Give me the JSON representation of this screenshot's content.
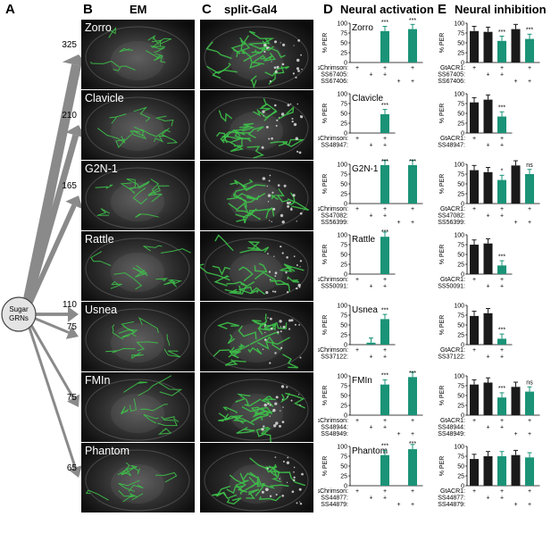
{
  "panels": {
    "a": "A",
    "b": "B",
    "c": "C",
    "d": "D",
    "e": "E",
    "b_title": "EM",
    "c_title": "split-Gal4",
    "d_title": "Neural activation",
    "e_title": "Neural inhibition"
  },
  "source": {
    "line1": "Sugar",
    "line2": "GRNs"
  },
  "neurons": [
    {
      "name": "Zorro",
      "synapses": "325"
    },
    {
      "name": "Clavicle",
      "synapses": "210"
    },
    {
      "name": "G2N-1",
      "synapses": "165"
    },
    {
      "name": "Rattle",
      "synapses": "110"
    },
    {
      "name": "Usnea",
      "synapses": "75"
    },
    {
      "name": "FMIn",
      "synapses": "75"
    },
    {
      "name": "Phantom",
      "synapses": "65"
    }
  ],
  "colors": {
    "teal": "#1a9377",
    "black": "#1a1a1a",
    "em_green": "#3ec24a",
    "arrow": "#8a8a8a"
  },
  "chart_data": [
    {
      "type": "bar",
      "panel": "activation",
      "title": "Zorro",
      "ylabel": "% PER",
      "ylim": [
        0,
        100
      ],
      "ticks": [
        0,
        25,
        50,
        75,
        100
      ],
      "rows": [
        {
          "label": "CsChrimson:",
          "marks": [
            "+",
            "",
            "+",
            "",
            "+"
          ]
        },
        {
          "label": "SS67405:",
          "marks": [
            "",
            "+",
            "+",
            "",
            ""
          ]
        },
        {
          "label": "SS67406:",
          "marks": [
            "",
            "",
            "",
            "+",
            "+"
          ]
        }
      ],
      "values": [
        0,
        0,
        80,
        0,
        85
      ],
      "colors": [
        "teal",
        "teal",
        "teal",
        "teal",
        "teal"
      ],
      "sig": [
        "",
        "",
        "***",
        "",
        "***"
      ]
    },
    {
      "type": "bar",
      "panel": "inhibition",
      "title": "",
      "ylabel": "% PER",
      "ylim": [
        0,
        100
      ],
      "ticks": [
        0,
        25,
        50,
        75,
        100
      ],
      "rows": [
        {
          "label": "GtACR1:",
          "marks": [
            "+",
            "",
            "+",
            "",
            "+"
          ]
        },
        {
          "label": "SS67405:",
          "marks": [
            "",
            "+",
            "+",
            "",
            ""
          ]
        },
        {
          "label": "SS67406:",
          "marks": [
            "",
            "",
            "",
            "+",
            "+"
          ]
        }
      ],
      "values": [
        80,
        78,
        55,
        85,
        60
      ],
      "colors": [
        "black",
        "black",
        "teal",
        "black",
        "teal"
      ],
      "sig": [
        "",
        "",
        "***",
        "",
        "***"
      ]
    },
    {
      "type": "bar",
      "panel": "activation",
      "title": "Clavicle",
      "ylabel": "% PER",
      "ylim": [
        0,
        100
      ],
      "ticks": [
        0,
        25,
        50,
        75,
        100
      ],
      "rows": [
        {
          "label": "CsChrimson:",
          "marks": [
            "+",
            "",
            "+"
          ]
        },
        {
          "label": "SS48947:",
          "marks": [
            "",
            "+",
            "+"
          ]
        }
      ],
      "values": [
        0,
        0,
        48
      ],
      "colors": [
        "teal",
        "teal",
        "teal"
      ],
      "sig": [
        "",
        "",
        "***"
      ]
    },
    {
      "type": "bar",
      "panel": "inhibition",
      "title": "",
      "ylabel": "% PER",
      "ylim": [
        0,
        100
      ],
      "ticks": [
        0,
        25,
        50,
        75,
        100
      ],
      "rows": [
        {
          "label": "GtACR1:",
          "marks": [
            "+",
            "",
            "+"
          ]
        },
        {
          "label": "SS48947:",
          "marks": [
            "",
            "+",
            "+"
          ]
        }
      ],
      "values": [
        78,
        85,
        42
      ],
      "colors": [
        "black",
        "black",
        "teal"
      ],
      "sig": [
        "",
        "",
        "***"
      ]
    },
    {
      "type": "bar",
      "panel": "activation",
      "title": "G2N-1",
      "ylabel": "% PER",
      "ylim": [
        0,
        100
      ],
      "ticks": [
        0,
        25,
        50,
        75,
        100
      ],
      "rows": [
        {
          "label": "CsChrimson:",
          "marks": [
            "+",
            "",
            "+",
            "",
            "+"
          ]
        },
        {
          "label": "SS47082:",
          "marks": [
            "",
            "+",
            "+",
            "",
            ""
          ]
        },
        {
          "label": "SS56399:",
          "marks": [
            "",
            "",
            "",
            "+",
            "+"
          ]
        }
      ],
      "values": [
        0,
        0,
        98,
        0,
        98
      ],
      "colors": [
        "teal",
        "teal",
        "teal",
        "teal",
        "teal"
      ],
      "sig": [
        "",
        "",
        "***",
        "",
        "***"
      ]
    },
    {
      "type": "bar",
      "panel": "inhibition",
      "title": "",
      "ylabel": "% PER",
      "ylim": [
        0,
        100
      ],
      "ticks": [
        0,
        25,
        50,
        75,
        100
      ],
      "rows": [
        {
          "label": "GtACR1:",
          "marks": [
            "+",
            "",
            "+",
            "",
            "+"
          ]
        },
        {
          "label": "SS47082:",
          "marks": [
            "",
            "+",
            "+",
            "",
            ""
          ]
        },
        {
          "label": "SS56399:",
          "marks": [
            "",
            "",
            "",
            "+",
            "+"
          ]
        }
      ],
      "values": [
        85,
        80,
        60,
        97,
        75
      ],
      "colors": [
        "black",
        "black",
        "teal",
        "black",
        "teal"
      ],
      "sig": [
        "",
        "",
        "*",
        "",
        "ns"
      ]
    },
    {
      "type": "bar",
      "panel": "activation",
      "title": "Rattle",
      "ylabel": "% PER",
      "ylim": [
        0,
        100
      ],
      "ticks": [
        0,
        25,
        50,
        75,
        100
      ],
      "rows": [
        {
          "label": "CsChrimson:",
          "marks": [
            "+",
            "",
            "+"
          ]
        },
        {
          "label": "SS50091:",
          "marks": [
            "",
            "+",
            "+"
          ]
        }
      ],
      "values": [
        0,
        0,
        95
      ],
      "colors": [
        "teal",
        "teal",
        "teal"
      ],
      "sig": [
        "",
        "",
        "***"
      ]
    },
    {
      "type": "bar",
      "panel": "inhibition",
      "title": "",
      "ylabel": "% PER",
      "ylim": [
        0,
        100
      ],
      "ticks": [
        0,
        25,
        50,
        75,
        100
      ],
      "rows": [
        {
          "label": "GtACR1:",
          "marks": [
            "+",
            "",
            "+"
          ]
        },
        {
          "label": "SS50091:",
          "marks": [
            "",
            "+",
            "+"
          ]
        }
      ],
      "values": [
        75,
        78,
        22
      ],
      "colors": [
        "black",
        "black",
        "teal"
      ],
      "sig": [
        "",
        "",
        "***"
      ]
    },
    {
      "type": "bar",
      "panel": "activation",
      "title": "Usnea",
      "ylabel": "% PER",
      "ylim": [
        0,
        100
      ],
      "ticks": [
        0,
        25,
        50,
        75,
        100
      ],
      "rows": [
        {
          "label": "CsChrimson:",
          "marks": [
            "+",
            "",
            "+"
          ]
        },
        {
          "label": "SS37122:",
          "marks": [
            "",
            "+",
            "+"
          ]
        }
      ],
      "values": [
        0,
        5,
        65
      ],
      "colors": [
        "teal",
        "teal",
        "teal"
      ],
      "sig": [
        "",
        "",
        "***"
      ]
    },
    {
      "type": "bar",
      "panel": "inhibition",
      "title": "",
      "ylabel": "% PER",
      "ylim": [
        0,
        100
      ],
      "ticks": [
        0,
        25,
        50,
        75,
        100
      ],
      "rows": [
        {
          "label": "GtACR1:",
          "marks": [
            "+",
            "",
            "+"
          ]
        },
        {
          "label": "SS37122:",
          "marks": [
            "",
            "+",
            "+"
          ]
        }
      ],
      "values": [
        73,
        80,
        15
      ],
      "colors": [
        "black",
        "black",
        "teal"
      ],
      "sig": [
        "",
        "",
        "***"
      ]
    },
    {
      "type": "bar",
      "panel": "activation",
      "title": "FMIn",
      "ylabel": "% PER",
      "ylim": [
        0,
        100
      ],
      "ticks": [
        0,
        25,
        50,
        75,
        100
      ],
      "rows": [
        {
          "label": "CsChrimson:",
          "marks": [
            "+",
            "",
            "+",
            "",
            "+"
          ]
        },
        {
          "label": "SS48944:",
          "marks": [
            "",
            "+",
            "+",
            "",
            ""
          ]
        },
        {
          "label": "SS48949:",
          "marks": [
            "",
            "",
            "",
            "+",
            "+"
          ]
        }
      ],
      "values": [
        0,
        0,
        78,
        0,
        97
      ],
      "colors": [
        "teal",
        "teal",
        "teal",
        "teal",
        "teal"
      ],
      "sig": [
        "",
        "",
        "***",
        "",
        "***"
      ]
    },
    {
      "type": "bar",
      "panel": "inhibition",
      "title": "",
      "ylabel": "% PER",
      "ylim": [
        0,
        100
      ],
      "ticks": [
        0,
        25,
        50,
        75,
        100
      ],
      "rows": [
        {
          "label": "GtACR1:",
          "marks": [
            "+",
            "",
            "+",
            "",
            "+"
          ]
        },
        {
          "label": "SS48944:",
          "marks": [
            "",
            "+",
            "+",
            "",
            ""
          ]
        },
        {
          "label": "SS48949:",
          "marks": [
            "",
            "",
            "",
            "+",
            "+"
          ]
        }
      ],
      "values": [
        78,
        83,
        45,
        72,
        60
      ],
      "colors": [
        "black",
        "black",
        "teal",
        "black",
        "teal"
      ],
      "sig": [
        "",
        "",
        "***",
        "",
        "ns"
      ]
    },
    {
      "type": "bar",
      "panel": "activation",
      "title": "Phantom",
      "ylabel": "% PER",
      "ylim": [
        0,
        100
      ],
      "ticks": [
        0,
        25,
        50,
        75,
        100
      ],
      "rows": [
        {
          "label": "CsChrimson:",
          "marks": [
            "+",
            "",
            "+",
            "",
            "+"
          ]
        },
        {
          "label": "SS44877:",
          "marks": [
            "",
            "+",
            "+",
            "",
            ""
          ]
        },
        {
          "label": "SS44879:",
          "marks": [
            "",
            "",
            "",
            "+",
            "+"
          ]
        }
      ],
      "values": [
        0,
        0,
        78,
        0,
        93
      ],
      "colors": [
        "teal",
        "teal",
        "teal",
        "teal",
        "teal"
      ],
      "sig": [
        "",
        "",
        "***",
        "",
        "***"
      ]
    },
    {
      "type": "bar",
      "panel": "inhibition",
      "title": "",
      "ylabel": "% PER",
      "ylim": [
        0,
        100
      ],
      "ticks": [
        0,
        25,
        50,
        75,
        100
      ],
      "rows": [
        {
          "label": "GtACR1:",
          "marks": [
            "+",
            "",
            "+",
            "",
            "+"
          ]
        },
        {
          "label": "SS44877:",
          "marks": [
            "",
            "+",
            "+",
            "",
            ""
          ]
        },
        {
          "label": "SS44879:",
          "marks": [
            "",
            "",
            "",
            "+",
            "+"
          ]
        }
      ],
      "values": [
        68,
        75,
        75,
        78,
        72
      ],
      "colors": [
        "black",
        "black",
        "teal",
        "black",
        "teal"
      ],
      "sig": [
        "",
        "",
        "",
        "",
        ""
      ]
    }
  ]
}
